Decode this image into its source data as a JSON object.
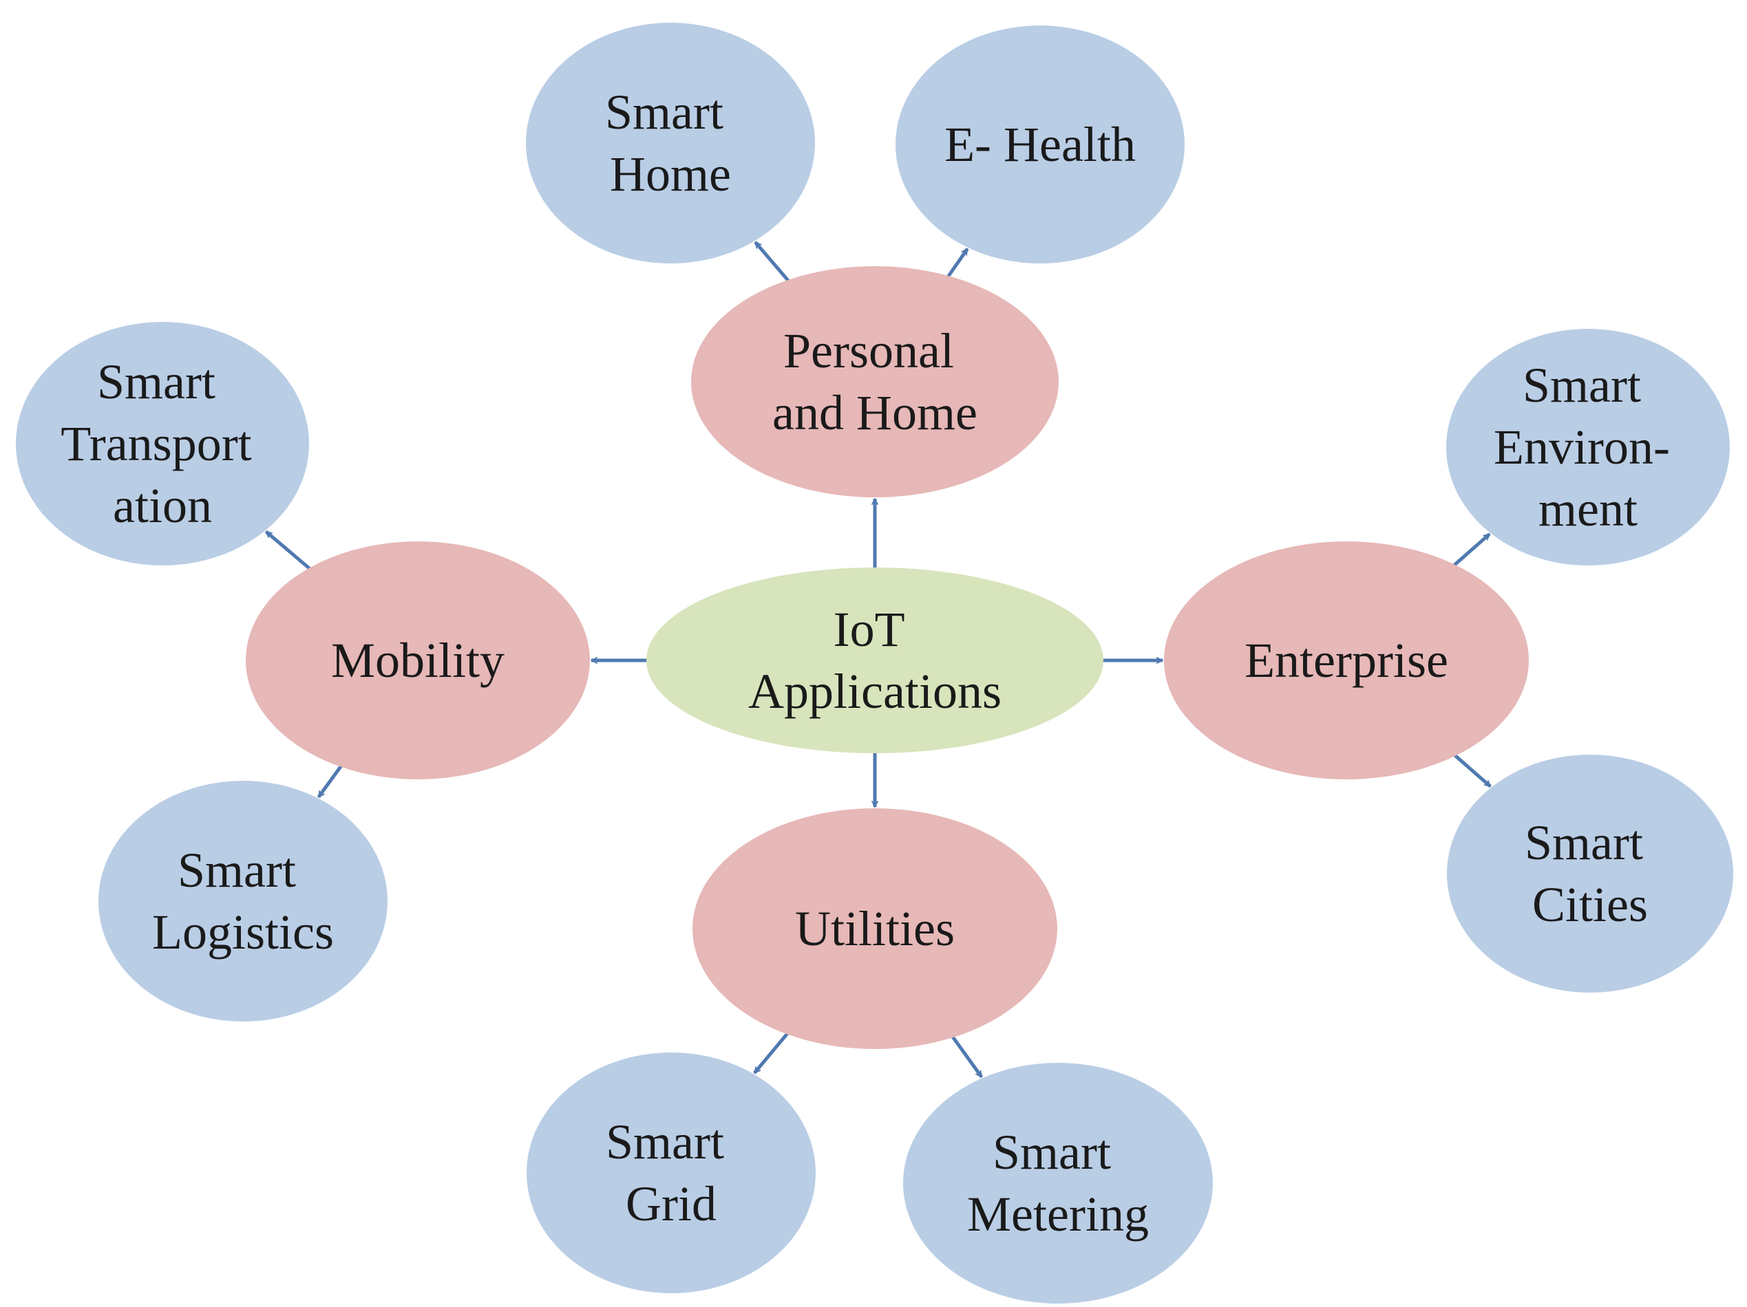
{
  "colors": {
    "center_fill": "#d8e4bc",
    "category_fill": "#e6b8b7",
    "application_fill": "#b9cde5",
    "arrow": "#4f79b0",
    "text": "#1a1a1a",
    "background": "#ffffff"
  },
  "center": {
    "lines": [
      "IoT",
      "Applications"
    ]
  },
  "categories": {
    "personal_home": {
      "lines": [
        "Personal",
        "and Home"
      ]
    },
    "mobility": {
      "lines": [
        "Mobility"
      ]
    },
    "enterprise": {
      "lines": [
        "Enterprise"
      ]
    },
    "utilities": {
      "lines": [
        "Utilities"
      ]
    }
  },
  "applications": {
    "smart_home": {
      "lines": [
        "Smart",
        "Home"
      ]
    },
    "e_health": {
      "lines": [
        "E- Health"
      ]
    },
    "smart_transportation": {
      "lines": [
        "Smart",
        "Transport",
        "ation"
      ]
    },
    "smart_logistics": {
      "lines": [
        "Smart",
        "Logistics"
      ]
    },
    "smart_environment": {
      "lines": [
        "Smart",
        "Environ-",
        "ment"
      ]
    },
    "smart_cities": {
      "lines": [
        "Smart",
        "Cities"
      ]
    },
    "smart_grid": {
      "lines": [
        "Smart",
        "Grid"
      ]
    },
    "smart_metering": {
      "lines": [
        "Smart",
        "Metering"
      ]
    }
  },
  "edges": [
    [
      "center",
      "personal_home"
    ],
    [
      "center",
      "mobility"
    ],
    [
      "center",
      "enterprise"
    ],
    [
      "center",
      "utilities"
    ],
    [
      "personal_home",
      "smart_home"
    ],
    [
      "personal_home",
      "e_health"
    ],
    [
      "mobility",
      "smart_transportation"
    ],
    [
      "mobility",
      "smart_logistics"
    ],
    [
      "enterprise",
      "smart_environment"
    ],
    [
      "enterprise",
      "smart_cities"
    ],
    [
      "utilities",
      "smart_grid"
    ],
    [
      "utilities",
      "smart_metering"
    ]
  ]
}
